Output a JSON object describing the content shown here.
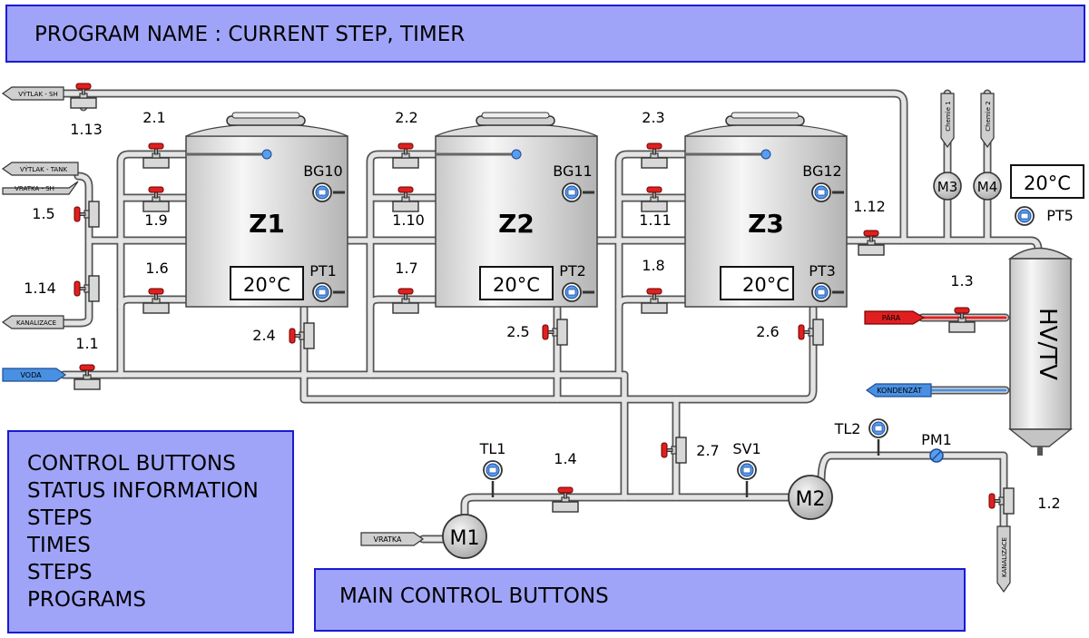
{
  "header": {
    "title": "PROGRAM NAME : CURRENT STEP, TIMER"
  },
  "info_panel": {
    "lines": [
      "CONTROL BUTTONS",
      "STATUS INFORMATION",
      "STEPS",
      "TIMES",
      "STEPS",
      "PROGRAMS"
    ]
  },
  "main_panel": {
    "label": "MAIN CONTROL BUTTONS"
  },
  "tanks": [
    {
      "name": "Z1",
      "temperature": "20°C",
      "level_sensor": "BG10",
      "pressure_sensor": "PT1"
    },
    {
      "name": "Z2",
      "temperature": "20°C",
      "level_sensor": "BG11",
      "pressure_sensor": "PT2"
    },
    {
      "name": "Z3",
      "temperature": "20°C",
      "level_sensor": "BG12",
      "pressure_sensor": "PT3"
    }
  ],
  "exchanger": {
    "name": "HV/TV",
    "temperature": "20°C",
    "pressure_sensor": "PT5"
  },
  "connections": {
    "vytlak_sh": "VÝTLAK - SH",
    "vytlak_tank": "VÝTLAK - TANK",
    "vratka_sh": "VRATKA - SH",
    "kanalizace_left": "KANALIZACE",
    "voda": "VODA",
    "para": "PÁRA",
    "kondenzat": "KONDENZÁT",
    "vratka": "VRATKA",
    "kanalizace_right": "KANALIZACE",
    "chemie_1": "Chemie 1",
    "chemie_2": "Chemie 2"
  },
  "valves": {
    "v1_13": "1.13",
    "v2_1": "2.1",
    "v2_2": "2.2",
    "v2_3": "2.3",
    "v1_9": "1.9",
    "v1_10": "1.10",
    "v1_11": "1.11",
    "v1_5": "1.5",
    "v1_14": "1.14",
    "v1_6": "1.6",
    "v1_7": "1.7",
    "v1_8": "1.8",
    "v1_1": "1.1",
    "v2_4": "2.4",
    "v2_5": "2.5",
    "v2_6": "2.6",
    "v1_12": "1.12",
    "v1_3": "1.3",
    "v1_4": "1.4",
    "v2_7": "2.7",
    "v1_2": "1.2"
  },
  "pumps": {
    "m1": "M1",
    "m2": "M2",
    "m3": "M3",
    "m4": "M4"
  },
  "sensors": {
    "tl1": "TL1",
    "tl2": "TL2",
    "sv1": "SV1",
    "pm1": "PM1"
  },
  "colors": {
    "panel_fill": "#a0a4f8",
    "panel_border": "#1a1ad0",
    "valve_red": "#e02020",
    "steam_red": "#e02020",
    "water_blue": "#4a90e2",
    "sensor_blue": "#5a9cf0"
  }
}
